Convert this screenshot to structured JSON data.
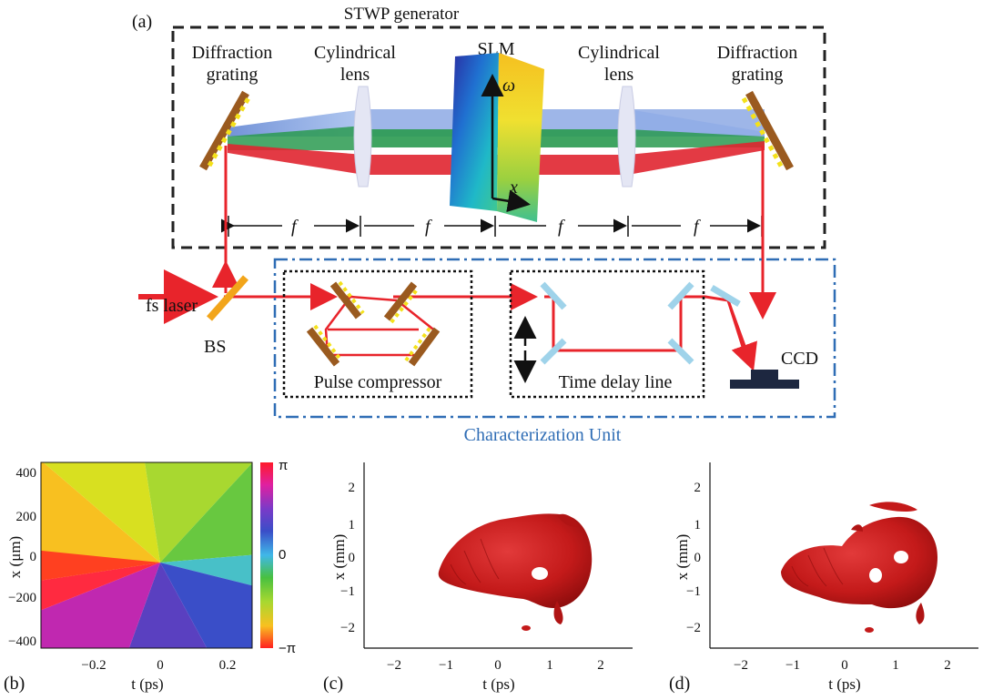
{
  "panel_a": {
    "label": "(a)",
    "generator_title": "STWP generator",
    "left_grating": [
      "Diffraction",
      "grating"
    ],
    "left_lens": [
      "Cylindrical",
      "lens"
    ],
    "slm": "SLM",
    "right_lens": [
      "Cylindrical",
      "lens"
    ],
    "right_grating": [
      "Diffraction",
      "grating"
    ],
    "omega": "ω",
    "x_axis": "x",
    "focal": "f",
    "fs_laser": "fs laser",
    "bs": "BS",
    "pulse_compressor": "Pulse compressor",
    "time_delay_line": "Time delay line",
    "ccd": "CCD",
    "characterization_unit": "Characterization Unit"
  },
  "panel_b": {
    "label": "(b)",
    "ylabel": "x (μm)",
    "xlabel": "t (ps)",
    "yticks": [
      "400",
      "200",
      "0",
      "−200",
      "−400"
    ],
    "xticks": [
      "−0.2",
      "0",
      "0.2"
    ],
    "colorbar_ticks": [
      "π",
      "0",
      "−π"
    ]
  },
  "panel_c": {
    "label": "(c)",
    "ylabel": "x (mm)",
    "xlabel": "t (ps)",
    "yticks": [
      "2",
      "1",
      "0",
      "−1",
      "−2"
    ],
    "xticks": [
      "−2",
      "−1",
      "0",
      "1",
      "2"
    ]
  },
  "panel_d": {
    "label": "(d)",
    "ylabel": "x (mm)",
    "xlabel": "t (ps)",
    "yticks": [
      "2",
      "1",
      "0",
      "−1",
      "−2"
    ],
    "xticks": [
      "−2",
      "−1",
      "0",
      "1",
      "2"
    ]
  },
  "colors": {
    "beam_red": "#e8242b",
    "dashed_box": "#222222",
    "char_box": "#2f6db5",
    "grating_brown": "#9a5a1f",
    "grating_yellow": "#f4e11a",
    "mirror_blue": "#9fd3ea",
    "ccd": "#1d2740",
    "blob": "#c91b1b"
  }
}
